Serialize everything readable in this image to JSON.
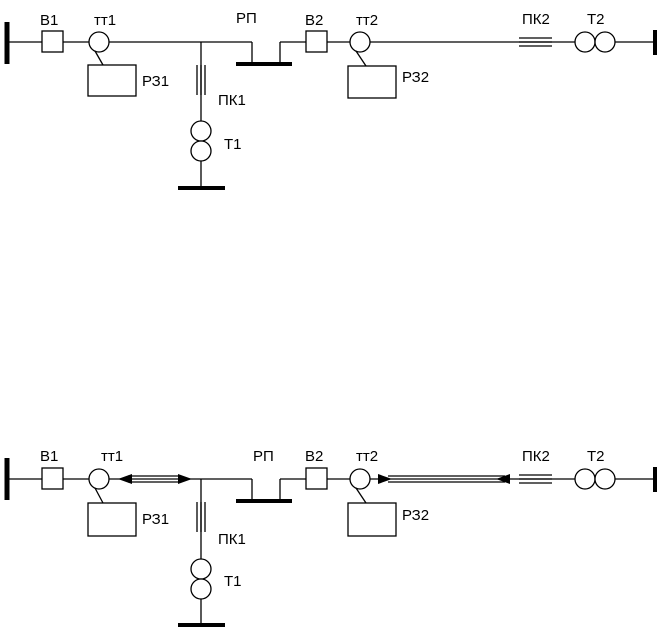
{
  "diagrams": [
    {
      "labels": {
        "b1": "B1",
        "tt1": "тт1",
        "rp": "РП",
        "b2": "B2",
        "tt2": "тт2",
        "pk2": "ПК2",
        "t2": "T2",
        "rz1": "РЗ1",
        "rz2": "РЗ2",
        "pk1": "ПК1",
        "t1": "T1"
      }
    },
    {
      "labels": {
        "b1": "B1",
        "tt1": "тт1",
        "rp": "РП",
        "b2": "B2",
        "tt2": "тт2",
        "pk2": "ПК2",
        "t2": "T2",
        "rz1": "РЗ1",
        "rz2": "РЗ2",
        "pk1": "ПК1",
        "t1": "T1"
      }
    }
  ]
}
